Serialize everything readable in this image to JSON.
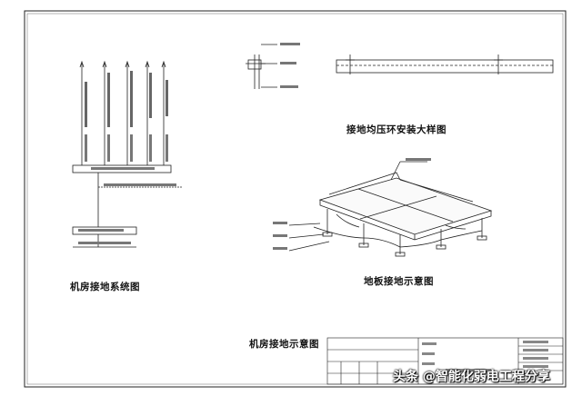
{
  "titles": {
    "grounding_system": "机房接地系统图",
    "floor_grounding": "地板接地示意图",
    "ring_install": "接地均压环安装大样图",
    "room_grounding": "机房接地示意图"
  },
  "watermark": "头条 @智能化弱电工程分享",
  "colors": {
    "line": "#222222",
    "background": "#ffffff"
  }
}
